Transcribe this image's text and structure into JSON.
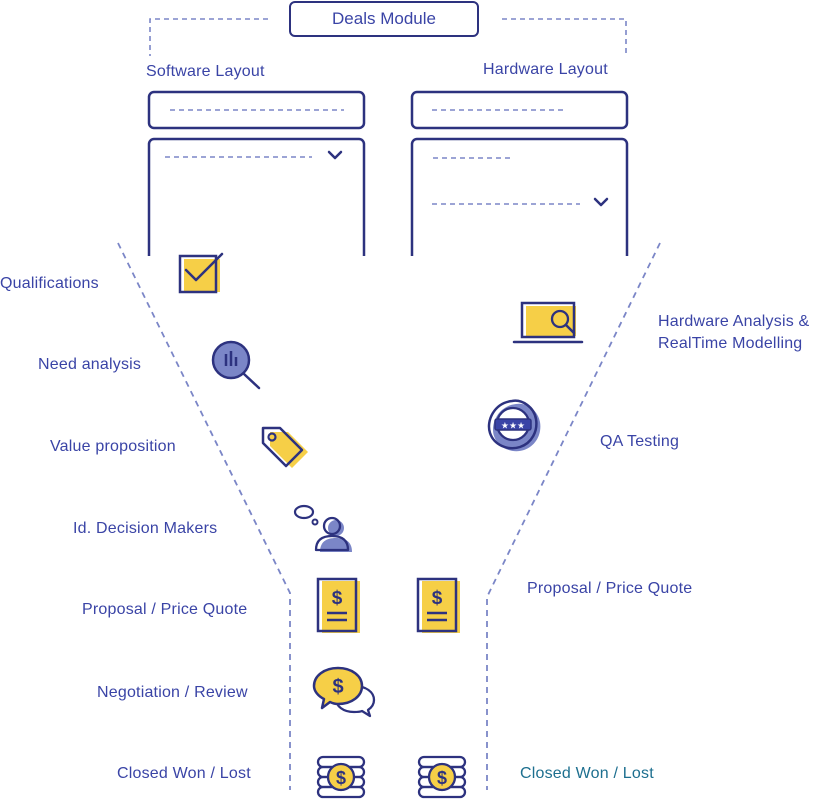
{
  "title": "Deals Module",
  "layouts": {
    "software": "Software Layout",
    "hardware": "Hardware Layout"
  },
  "software_stages": [
    {
      "label": "Qualifications",
      "icon": "checkbox-icon"
    },
    {
      "label": "Need analysis",
      "icon": "magnifier-chart-icon"
    },
    {
      "label": "Value proposition",
      "icon": "price-tag-icon"
    },
    {
      "label": "Id. Decision Makers",
      "icon": "person-thought-icon"
    },
    {
      "label": "Proposal / Price Quote",
      "icon": "quote-document-icon"
    },
    {
      "label": "Negotiation / Review",
      "icon": "chat-dollar-icon"
    },
    {
      "label": "Closed Won / Lost",
      "icon": "coin-stack-icon"
    }
  ],
  "hardware_stages": [
    {
      "label": "Hardware Analysis & RealTime Modelling",
      "line1": "Hardware Analysis &",
      "line2": "RealTime Modelling",
      "icon": "laptop-search-icon"
    },
    {
      "label": "QA Testing",
      "icon": "quality-badge-icon"
    },
    {
      "label": "Proposal / Price Quote",
      "icon": "quote-document-icon"
    },
    {
      "label": "Closed Won / Lost",
      "icon": "coin-stack-icon"
    }
  ],
  "colors": {
    "navy": "#2d327f",
    "text": "#3a44a6",
    "accent": "#f6cf47",
    "dashed": "#7b86c7",
    "teal": "#1d6f8f"
  }
}
